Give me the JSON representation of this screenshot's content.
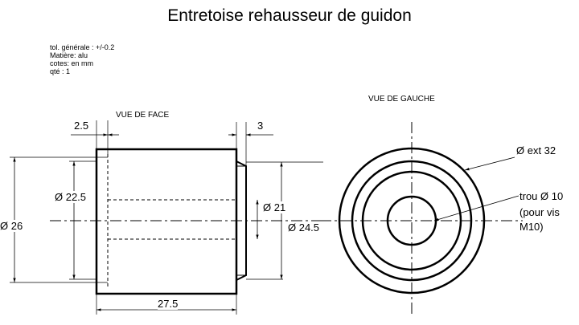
{
  "title": "Entretoise rehausseur de guidon",
  "specs": [
    "tol. générale : +/-0.2",
    "Matière:  alu",
    "cotes:  en mm",
    "qté : 1"
  ],
  "views": {
    "front": "VUE DE FACE",
    "left": "VUE DE GAUCHE"
  },
  "dims": {
    "d_2_5": "2.5",
    "d_3": "3",
    "d_22_5": "Ø 22.5",
    "d_21": "Ø 21",
    "d_24_5": "Ø 24.5",
    "d_26": "Ø 26",
    "d_27_5": "27.5"
  },
  "callouts": {
    "ext": "Ø ext 32",
    "hole_line1": "trou Ø 10",
    "hole_line2": "(pour vis",
    "hole_line3": "M10)"
  }
}
